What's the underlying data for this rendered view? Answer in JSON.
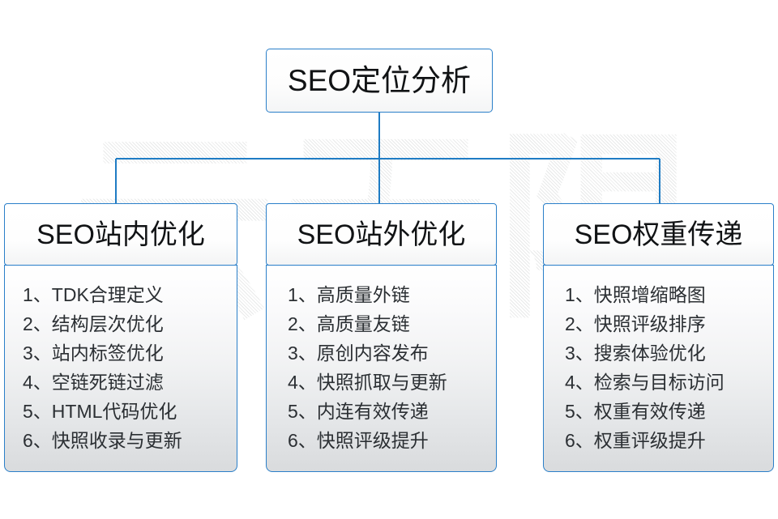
{
  "diagram": {
    "title": "SEO定位分析",
    "watermark_text": "云无限",
    "accent_color": "#2a7fc9",
    "text_color": "#111315",
    "columns": [
      {
        "header": "SEO站内优化",
        "items": [
          "1、TDK合理定义",
          "2、结构层次优化",
          "3、站内标签优化",
          "4、空链死链过滤",
          "5、HTML代码优化",
          "6、快照收录与更新"
        ]
      },
      {
        "header": "SEO站外优化",
        "items": [
          "1、高质量外链",
          "2、高质量友链",
          "3、原创内容发布",
          "4、快照抓取与更新",
          "5、内连有效传递",
          "6、快照评级提升"
        ]
      },
      {
        "header": "SEO权重传递",
        "items": [
          "1、快照增缩略图",
          "2、快照评级排序",
          "3、搜索体验优化",
          "4、检索与目标访问",
          "5、权重有效传递",
          "6、权重评级提升"
        ]
      }
    ]
  }
}
